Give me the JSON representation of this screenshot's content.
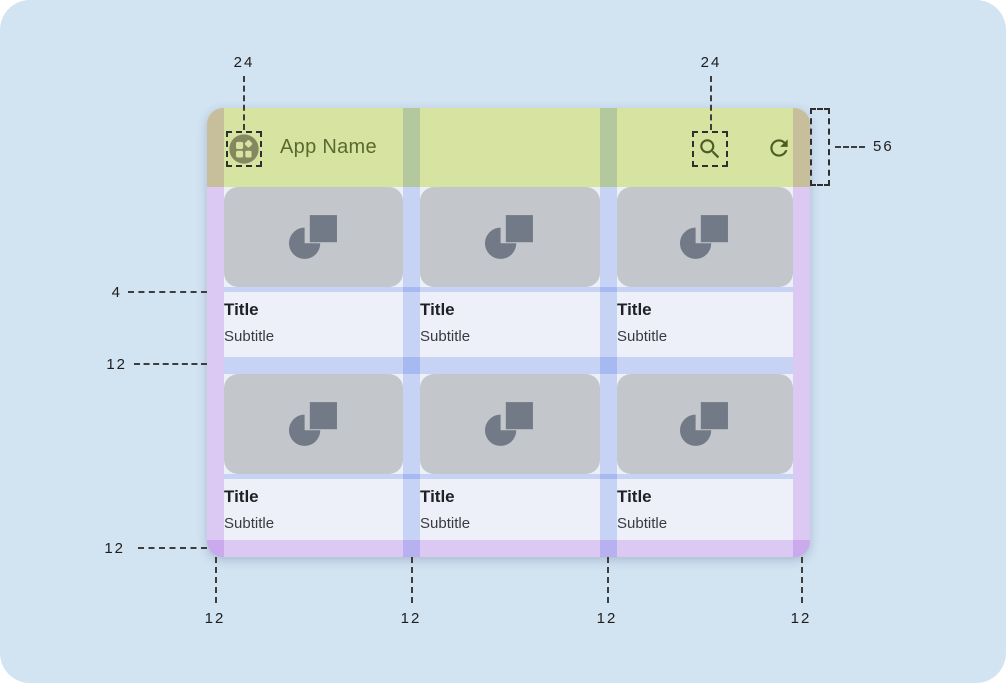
{
  "header": {
    "app_name": "App Name",
    "icons": [
      "app-launcher-icon",
      "search-icon",
      "refresh-icon"
    ]
  },
  "cards": [
    {
      "title": "Title",
      "subtitle": "Subtitle"
    },
    {
      "title": "Title",
      "subtitle": "Subtitle"
    },
    {
      "title": "Title",
      "subtitle": "Subtitle"
    },
    {
      "title": "Title",
      "subtitle": "Subtitle"
    },
    {
      "title": "Title",
      "subtitle": "Subtitle"
    },
    {
      "title": "Title",
      "subtitle": "Subtitle"
    }
  ],
  "annotations": {
    "left_icon_size": "24",
    "right_icon_size": "24",
    "appbar_height": "56",
    "image_text_gap": "4",
    "row_gutter": "12",
    "bottom_margin": "12",
    "bottom_labels": [
      "12",
      "12",
      "12",
      "12"
    ]
  },
  "colors": {
    "page_bg": "#d2e3f2",
    "appbar_green": "#d7e3a0",
    "content_bg": "#eef0f9",
    "card_image_gray": "#c3c6cb",
    "placeholder_icon_gray": "#737a87",
    "margin_overlay_purple": "#ecd6f9",
    "gutter_overlay_blue": "#d5e1fb",
    "app_title_olive": "#5a6a2e",
    "annotation_text": "#1d1d1d"
  }
}
